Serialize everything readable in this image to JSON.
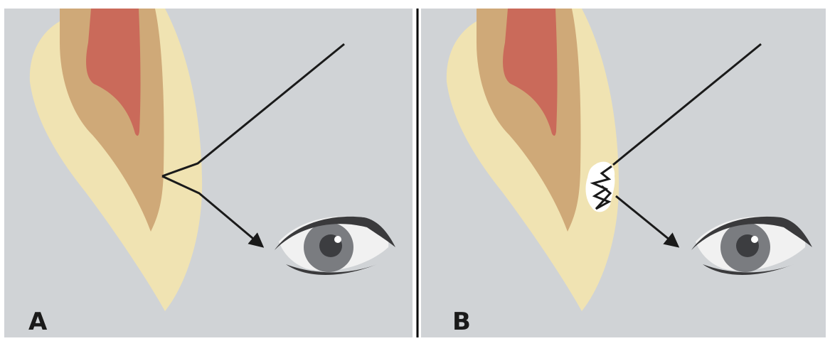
{
  "panels": [
    {
      "label": "A",
      "state": "intact enamel"
    },
    {
      "label": "B",
      "state": "cracked enamel"
    }
  ],
  "colors": {
    "background": "#d0d3d6",
    "enamel": "#f0e3b2",
    "dentin": "#cfa978",
    "pulp": "#ca6a5a",
    "light_ray": "#1a1a1a",
    "divider": "#000000",
    "iris": "#7a7c80",
    "pupil": "#3c3d40",
    "eyelid": "#3a3a3c",
    "sclera": "#f1f1f1",
    "crack_highlight": "#ffffff"
  },
  "icons": [
    "tooth-section-icon",
    "eye-icon",
    "crack-icon",
    "arrow-icon"
  ]
}
